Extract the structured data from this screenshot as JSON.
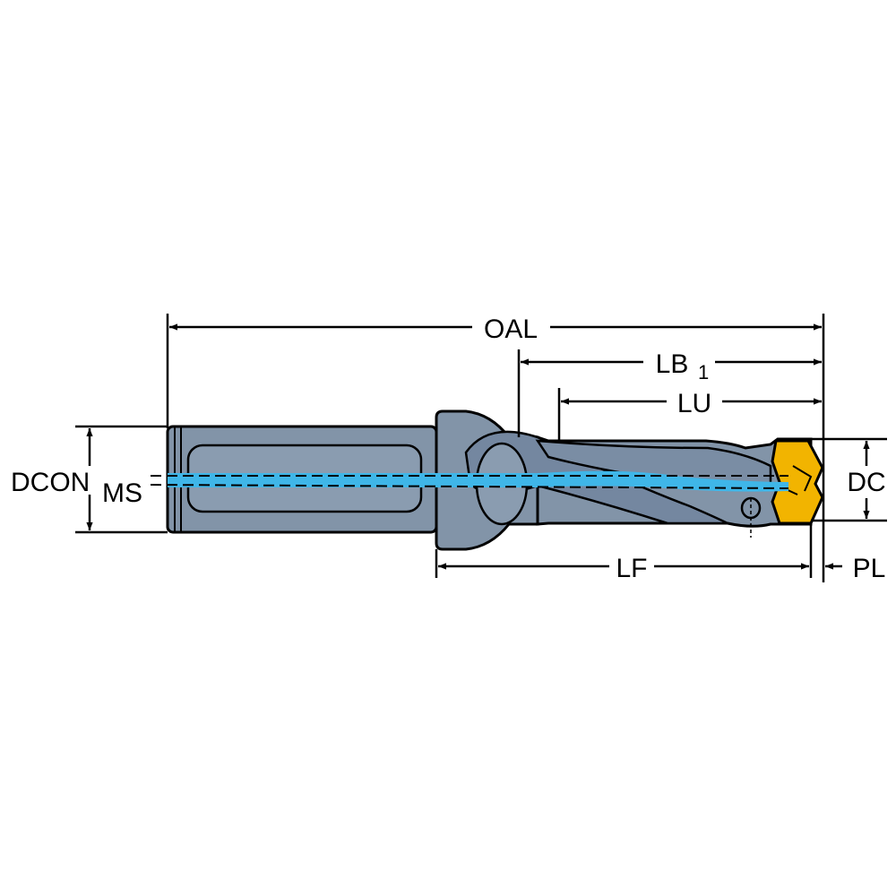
{
  "labels": {
    "oal": "OAL",
    "lb": "LB",
    "lb_sub": "1",
    "lu": "LU",
    "lf": "LF",
    "pl": "PL",
    "dc": "DC",
    "dcon": "DCON",
    "dcon_sub": "MS"
  },
  "colors": {
    "body": "#8294a8",
    "body_outline": "#000000",
    "coolant": "#3fb6e8",
    "insert": "#f2b400",
    "background": "#ffffff"
  },
  "icons": {
    "insert": "cutting-insert-icon",
    "coolant": "coolant-channel-icon"
  }
}
